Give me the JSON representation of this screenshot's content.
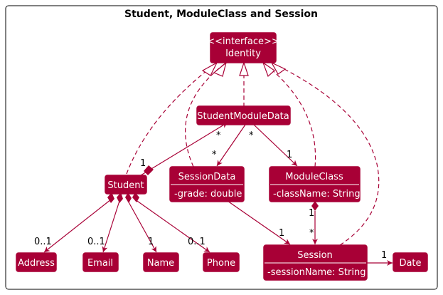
{
  "title": "Student, ModuleClass and Session",
  "colors": {
    "box_fill": "#A80036",
    "box_text": "#FFFFFF",
    "edge": "#A80036",
    "frame": "#000000"
  },
  "nodes": {
    "identity": {
      "stereotype": "<<interface>>",
      "name": "Identity"
    },
    "student_module_data": {
      "name": "StudentModuleData"
    },
    "student": {
      "name": "Student"
    },
    "session_data": {
      "name": "SessionData",
      "attr": "-grade: double"
    },
    "module_class": {
      "name": "ModuleClass",
      "attr": "-className: String"
    },
    "session": {
      "name": "Session",
      "attr": "-sessionName: String"
    },
    "address": {
      "name": "Address"
    },
    "email": {
      "name": "Email"
    },
    "name": {
      "name": "Name"
    },
    "phone": {
      "name": "Phone"
    },
    "date": {
      "name": "Date"
    }
  },
  "multiplicities": {
    "smd_student_star": "*",
    "student_smd_one": "1",
    "smd_sessiondata_star": "*",
    "smd_moduleclass_star": "*",
    "smd_moduleclass_one": "1",
    "sessiondata_session_one": "1",
    "moduleclass_session_one": "1",
    "moduleclass_session_star": "*",
    "session_date_one": "1",
    "student_address": "0..1",
    "student_email": "0..1",
    "student_name": "1",
    "student_phone": "0..1"
  }
}
